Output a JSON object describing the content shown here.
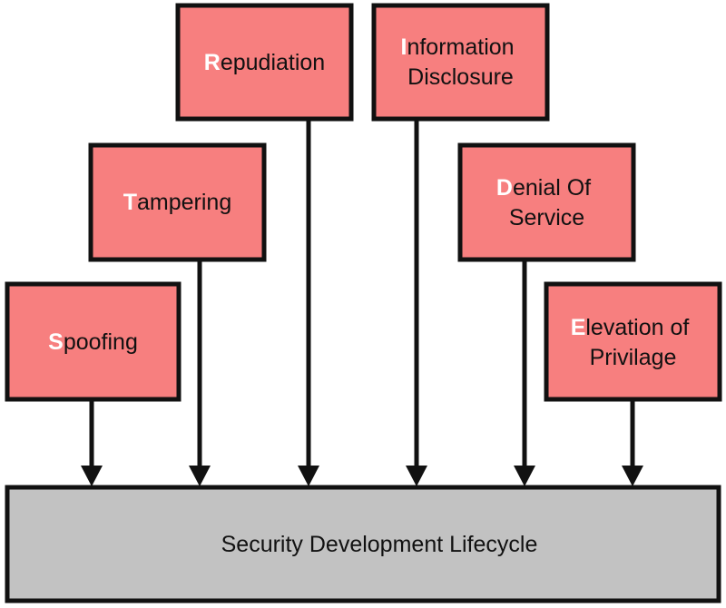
{
  "threats": [
    {
      "id": "spoofing",
      "lines": [
        {
          "initial": "S",
          "rest": "poofing"
        }
      ]
    },
    {
      "id": "tampering",
      "lines": [
        {
          "initial": "T",
          "rest": "ampering"
        }
      ]
    },
    {
      "id": "repudiation",
      "lines": [
        {
          "initial": "R",
          "rest": "epudiation"
        }
      ]
    },
    {
      "id": "information-disclosure",
      "lines": [
        {
          "initial": "I",
          "rest": "nformation"
        },
        {
          "initial": "",
          "rest": "Disclosure"
        }
      ]
    },
    {
      "id": "denial-of-service",
      "lines": [
        {
          "initial": "D",
          "rest": "enial Of"
        },
        {
          "initial": "",
          "rest": "Service"
        }
      ]
    },
    {
      "id": "elevation-of-privilege",
      "lines": [
        {
          "initial": "E",
          "rest": "levation of"
        },
        {
          "initial": "",
          "rest": "Privilage"
        }
      ]
    }
  ],
  "base": {
    "label": "Security Development Lifecycle"
  },
  "colors": {
    "threat_fill": "#f77f7f",
    "base_fill": "#c2c2c2",
    "initial_letter": "#ffffff",
    "stroke": "#111111"
  }
}
